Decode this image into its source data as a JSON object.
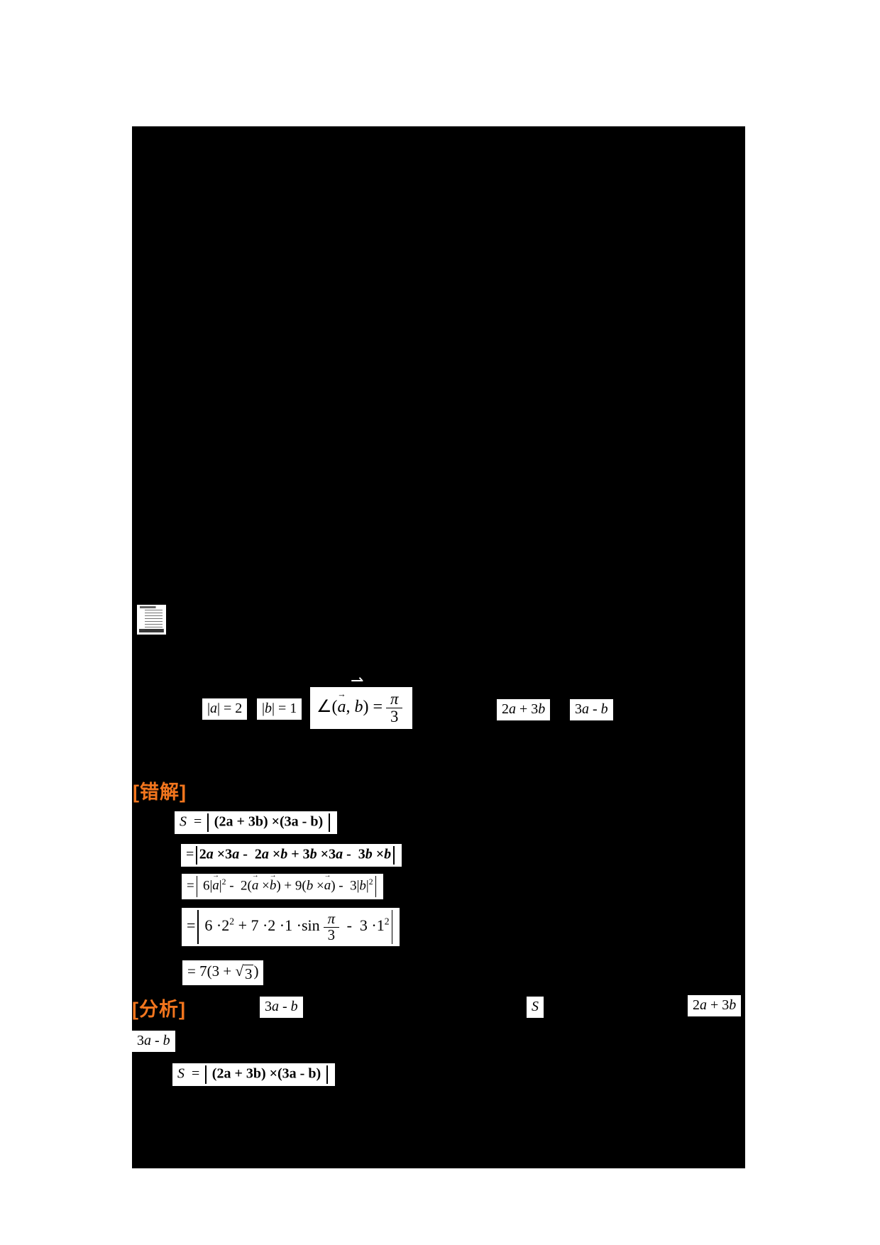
{
  "icons": {
    "vector_arrow": "→",
    "float_vector_arrow": "⇀",
    "sqrt_sign": "√"
  },
  "colors": {
    "panel_background": "#000000",
    "page_background": "#FFFFFF",
    "highlight_orange": "#F2751D"
  },
  "given": {
    "f1": [
      {
        "t": "|"
      },
      {
        "t": "a",
        "s": "i"
      },
      {
        "t": "| = 2"
      }
    ],
    "f2": [
      {
        "t": "|"
      },
      {
        "t": "b",
        "s": "i"
      },
      {
        "t": "| = 1"
      }
    ],
    "f3": [
      {
        "t": "∠("
      },
      {
        "t": "a",
        "s": "i vec"
      },
      {
        "t": ", "
      },
      {
        "t": "b",
        "s": "i"
      },
      {
        "t": ") ="
      },
      {
        "s": "frac",
        "num": "π",
        "den": "3"
      }
    ],
    "f4": [
      {
        "t": "2"
      },
      {
        "t": "a",
        "s": "i"
      },
      {
        "t": " + 3"
      },
      {
        "t": "b",
        "s": "i"
      }
    ],
    "f5": [
      {
        "t": "3"
      },
      {
        "t": "a",
        "s": "i"
      },
      {
        "t": " - "
      },
      {
        "t": "b",
        "s": "i"
      }
    ]
  },
  "wrong": {
    "label": "[错解]",
    "l1": [
      {
        "t": "S",
        "s": "i"
      },
      {
        "t": "  = "
      },
      {
        "s": "bar h1"
      },
      {
        "t": " (2a + 3b) ×(3a - b) ",
        "s": "b"
      },
      {
        "s": "bar h1"
      }
    ],
    "l2": [
      {
        "t": "="
      },
      {
        "s": "bar h1"
      },
      {
        "t": "2",
        "s": "b"
      },
      {
        "t": "a",
        "s": "i b"
      },
      {
        "t": " ×3",
        "s": "b"
      },
      {
        "t": "a",
        "s": "i b"
      },
      {
        "t": " -  2",
        "s": "b"
      },
      {
        "t": "a",
        "s": "i b"
      },
      {
        "t": " ×",
        "s": "b"
      },
      {
        "t": "b",
        "s": "i b"
      },
      {
        "t": " + 3",
        "s": "b"
      },
      {
        "t": "b",
        "s": "i b"
      },
      {
        "t": " ×3",
        "s": "b"
      },
      {
        "t": "a",
        "s": "i b"
      },
      {
        "t": " -  3",
        "s": "b"
      },
      {
        "t": "b",
        "s": "i b"
      },
      {
        "t": " ×",
        "s": "b"
      },
      {
        "t": "b",
        "s": "i b"
      },
      {
        "s": "bar h1"
      }
    ],
    "l3": [
      {
        "t": "="
      },
      {
        "s": "bar h1b"
      },
      {
        "t": " 6|"
      },
      {
        "t": "a",
        "s": "i vec"
      },
      {
        "t": "|"
      },
      {
        "t": "2",
        "s": "sup"
      },
      {
        "t": " -  2("
      },
      {
        "t": "a",
        "s": "i vec"
      },
      {
        "t": " ×"
      },
      {
        "t": "b",
        "s": "i vec"
      },
      {
        "t": ") + 9("
      },
      {
        "t": "b",
        "s": "i"
      },
      {
        "t": " ×"
      },
      {
        "t": "a",
        "s": "i vec"
      },
      {
        "t": ") -  3"
      },
      {
        "t": "|"
      },
      {
        "t": "b",
        "s": "i"
      },
      {
        "t": "|"
      },
      {
        "t": "2",
        "s": "sup"
      },
      {
        "s": "bar h1b"
      }
    ],
    "l4": [
      {
        "t": "="
      },
      {
        "s": "bar h2"
      },
      {
        "t": " 6 ·2"
      },
      {
        "t": "2",
        "s": "sup"
      },
      {
        "t": " + 7 ·2 ·1 ·sin"
      },
      {
        "s": "frac",
        "num": "π",
        "den": "3"
      },
      {
        "t": " -  3 ·1"
      },
      {
        "t": "2",
        "s": "sup"
      },
      {
        "s": "bar h2"
      }
    ],
    "l5": [
      {
        "t": "= 7(3 + "
      },
      {
        "s": "sqrt",
        "t": "3"
      },
      {
        "t": ")"
      }
    ]
  },
  "analysis": {
    "label": "[分析]",
    "expr_3a_minus_b": [
      {
        "t": "3"
      },
      {
        "t": "a",
        "s": "i"
      },
      {
        "t": " - "
      },
      {
        "t": "b",
        "s": "i"
      }
    ],
    "expr_S": [
      {
        "t": "S",
        "s": "i"
      }
    ],
    "expr_2a_plus_3b": [
      {
        "t": "2"
      },
      {
        "t": "a",
        "s": "i"
      },
      {
        "t": " + 3"
      },
      {
        "t": "b",
        "s": "i"
      }
    ],
    "expr_3a_minus_b_2": [
      {
        "t": "3"
      },
      {
        "t": "a",
        "s": "i"
      },
      {
        "t": " - "
      },
      {
        "t": "b",
        "s": "i"
      }
    ],
    "final_line": [
      {
        "t": "S",
        "s": "i"
      },
      {
        "t": "  = "
      },
      {
        "s": "bar h1"
      },
      {
        "t": " (2a + 3b) ×(3a - b) ",
        "s": "b"
      },
      {
        "s": "bar h1"
      }
    ]
  }
}
